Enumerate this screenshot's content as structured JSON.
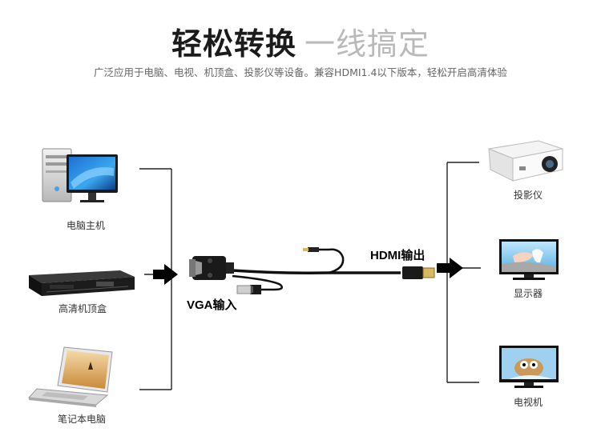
{
  "header": {
    "title_bold": "轻松转换",
    "title_light": "一线搞定",
    "subtitle": "广泛应用于电脑、电视、机顶盒、投影仪等设备。兼容HDMI1.4以下版本，轻松开启高清体验"
  },
  "sources": [
    {
      "label": "电脑主机",
      "icon": "desktop-computer-icon"
    },
    {
      "label": "高清机顶盒",
      "icon": "set-top-box-icon"
    },
    {
      "label": "笔记本电脑",
      "icon": "laptop-icon"
    }
  ],
  "destinations": [
    {
      "label": "投影仪",
      "icon": "projector-icon"
    },
    {
      "label": "显示器",
      "icon": "monitor-icon"
    },
    {
      "label": "电视机",
      "icon": "tv-icon"
    }
  ],
  "cable": {
    "input_label": "VGA输入",
    "output_label": "HDMI输出"
  }
}
